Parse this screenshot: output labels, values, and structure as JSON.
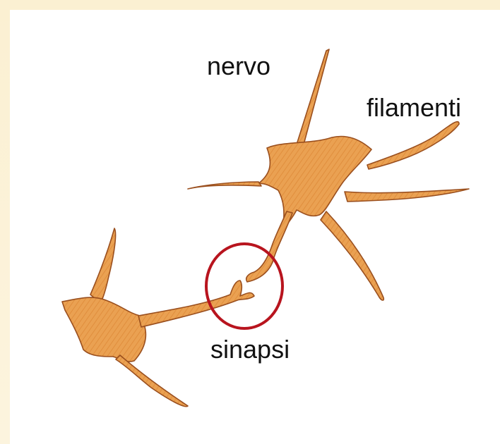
{
  "labels": {
    "nerve": "nervo",
    "filaments": "filamenti",
    "synapse": "sinapsi"
  },
  "colors": {
    "background_frame": "#fbf3dc",
    "cell_fill": "#e8a050",
    "cell_stroke": "#a0521f",
    "synapse_circle": "#b8141e",
    "label_text": "#111111"
  }
}
